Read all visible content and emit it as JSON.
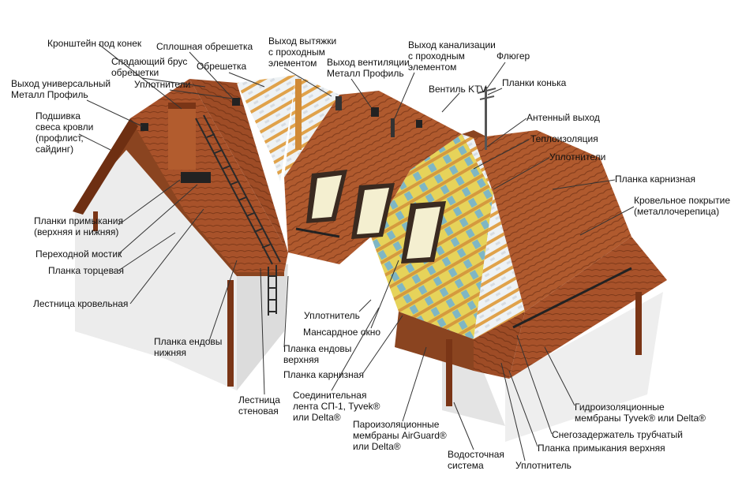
{
  "labels": {
    "kronshtein": "Кронштейн под конек",
    "sploshnaya": "Сплошная обрешетка",
    "vyhod_vytyazhki": "Выход вытяжки\nс проходным\nэлементом",
    "vyhod_kanalizacii": "Выход канализации\nс проходным\nэлементом",
    "spadayushchiy": "Спадающий брус\nобрешетки",
    "obreshetka": "Обрешетка",
    "vyhod_ventilyacii": "Выход вентиляции\nМеталл Профиль",
    "fluger": "Флюгер",
    "uplotniteli_top": "Уплотнители",
    "vyhod_universalny": "Выход универсальный\nМеталл Профиль",
    "ventil": "Вентиль KTV",
    "planki_konka": "Планки конька",
    "podshivka": "Подшивка\nсвеса кровли\n(профлист,\nсайдинг)",
    "antenny": "Антенный выход",
    "teploizolyaciya": "Теплоизоляция",
    "uplotniteli_right": "Уплотнители",
    "planka_karniznaya_right": "Планка карнизная",
    "krovelnoe": "Кровельное покрытие\n(металлочерепица)",
    "planki_primykaniya": "Планки примыкания\n(верхняя и нижняя)",
    "perehodnoy": "Переходной мостик",
    "planka_torcevaya": "Планка торцевая",
    "lestnica_krovelnaya": "Лестница кровельная",
    "uplotnitel_mid": "Уплотнитель",
    "mansardnoe": "Мансардное окно",
    "planka_endovy_verh": "Планка ендовы\nверхняя",
    "planka_endovy_nizh": "Планка ендовы\nнижняя",
    "planka_karniznaya_bottom": "Планка карнизная",
    "soedinitelnaya": "Соединительная\nлента СП-1, Tyvek®\nили Delta®",
    "lestnica_stenovaya": "Лестница\nстеновая",
    "paroizolyacionnye": "Пароизоляционные\nмембраны AirGuard®\nили Delta®",
    "vodostochnaya": "Водосточная\nсистема",
    "uplotnitel_bottom": "Уплотнитель",
    "gidroizolyacionnye": "Гидроизоляционные\nмембраны Tyvek® или Delta®",
    "snegozaderzhatel": "Снегозадержатель трубчатый",
    "planka_primykaniya_verh": "Планка примыкания верхняя"
  },
  "colors": {
    "roof_tile": "#a8522a",
    "roof_tile_dark": "#7f3a1a",
    "roof_ridge": "#8a4420",
    "timber": "#e0a24a",
    "membrane": "#eef2f4",
    "insulation": "#e6d35a",
    "insulation_blue": "#7fb6c4",
    "wall": "#f1f1f1",
    "wall_shadow": "#d6d6d6",
    "gutter": "#7a3516",
    "leader": "#333333",
    "text": "#111111"
  }
}
